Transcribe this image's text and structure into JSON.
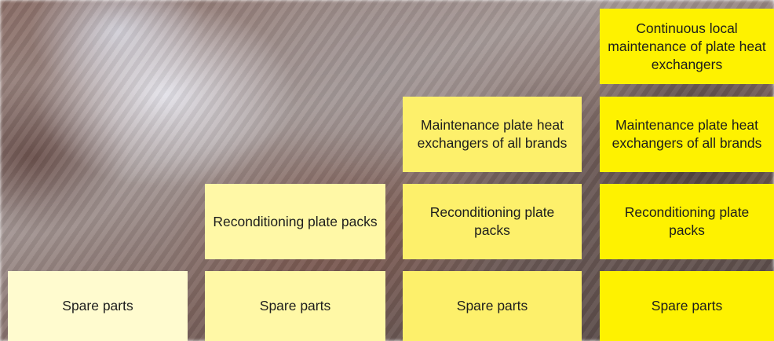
{
  "columns": [
    {
      "tiers": [
        {
          "label": "Spare parts"
        }
      ]
    },
    {
      "tiers": [
        {
          "label": "Reconditioning plate packs"
        },
        {
          "label": "Spare parts"
        }
      ]
    },
    {
      "tiers": [
        {
          "label": "Maintenance plate heat exchangers of all brands"
        },
        {
          "label": "Reconditioning plate packs"
        },
        {
          "label": "Spare parts"
        }
      ]
    },
    {
      "tiers": [
        {
          "label": "Continuous local maintenance of plate heat exchangers"
        },
        {
          "label": "Maintenance plate heat exchangers of all brands"
        },
        {
          "label": "Reconditioning plate packs"
        },
        {
          "label": "Spare parts"
        }
      ]
    }
  ],
  "colors": {
    "level-1": "#fffbcf",
    "level-2": "#fff8a6",
    "level-3": "#fdf06b",
    "level-4": "#fef200"
  }
}
